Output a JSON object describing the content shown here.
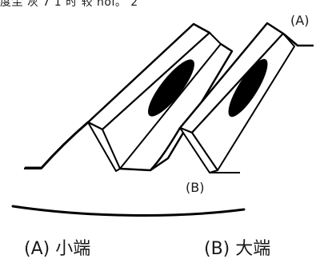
{
  "header_fragment": "度尘 灰 7 1 时 较 hol。 2",
  "labels": {
    "point_a": "(A)",
    "point_b": "(B)"
  },
  "captions": {
    "a": "(A) 小端",
    "b": "(B) 大端"
  }
}
